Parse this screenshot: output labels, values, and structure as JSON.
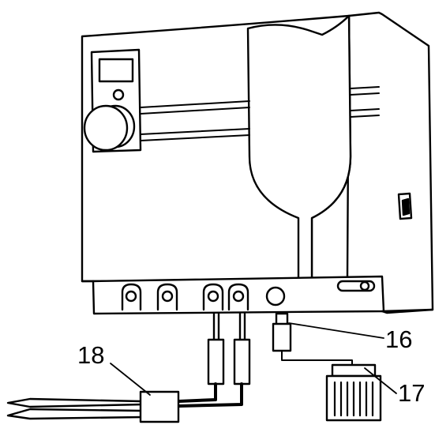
{
  "callouts": {
    "c16": "16",
    "c17": "17",
    "c18": "18"
  },
  "colors": {
    "stroke": "#000000",
    "fill": "#ffffff",
    "cable": "#000000",
    "leader": "#000000"
  },
  "icons": [
    "power-switch-icon",
    "rotary-knob-icon",
    "display-icon"
  ]
}
